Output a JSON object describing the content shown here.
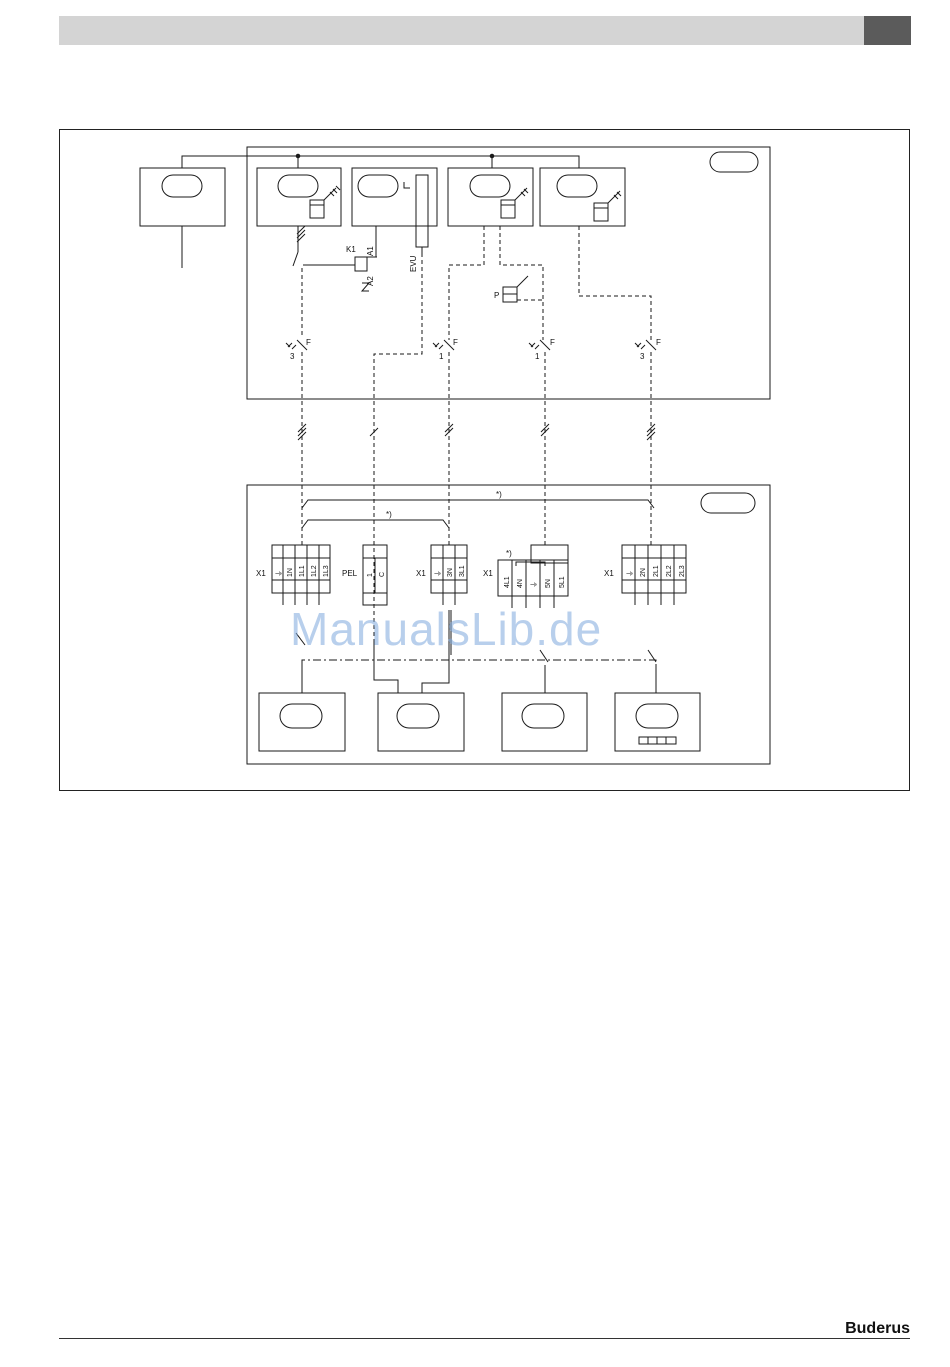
{
  "diagram": {
    "labels": {
      "k1": "K1",
      "a1": "A1",
      "a2": "A2",
      "evu": "EVU",
      "p": "P",
      "f": "F",
      "f_count_3": "3",
      "f_count_1": "1",
      "star": "*)",
      "x1": "X1",
      "pel": "PEL"
    },
    "terminals": {
      "block1": [
        "⏚",
        "1N",
        "1L1",
        "1L2",
        "1L3"
      ],
      "pel": [
        "1",
        "C"
      ],
      "block3": [
        "⏚",
        "3N",
        "3L1"
      ],
      "block4": [
        "4L1",
        "4N",
        "⏚",
        "5N",
        "5L1"
      ],
      "block5": [
        "⏚",
        "2N",
        "2L1",
        "2L2",
        "2L3"
      ]
    }
  },
  "watermark": "ManualsLib.de",
  "footer": {
    "brand": "Buderus"
  },
  "colors": {
    "header_bar": "#d4d4d4",
    "header_tab": "#5b5b5b",
    "watermark": "#7fa9dd"
  }
}
